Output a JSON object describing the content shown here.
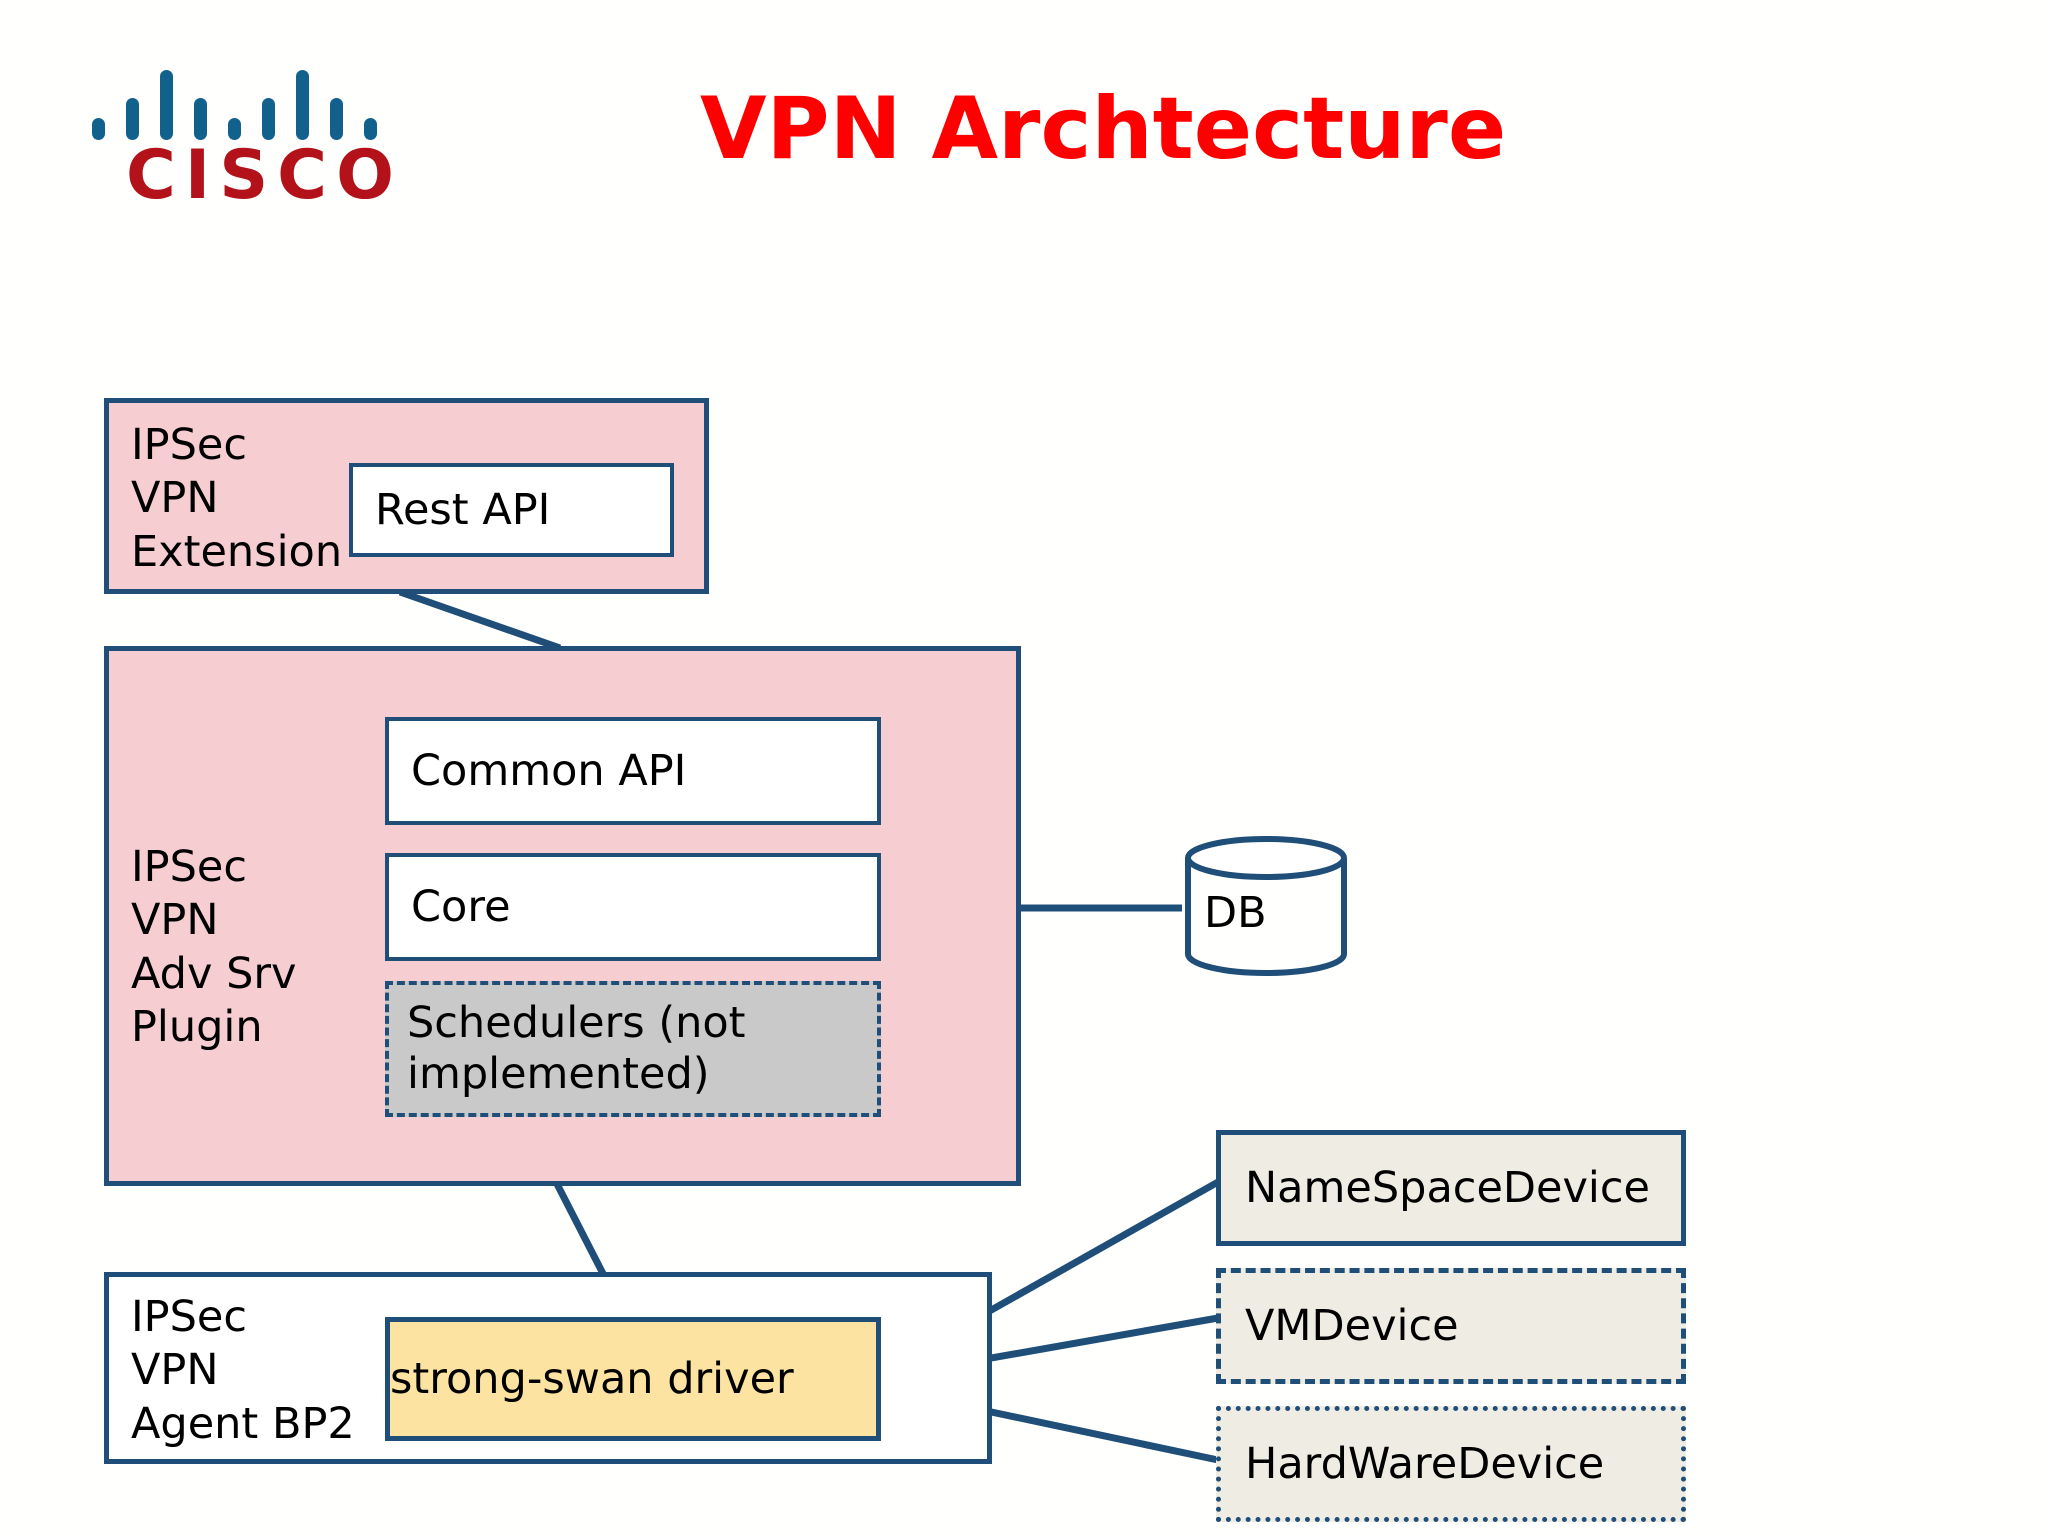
{
  "slide": {
    "title": "VPN Archtecture",
    "title_color": "#FF0000",
    "background": "#FFFFFF"
  },
  "logo": {
    "name": "cisco-logo",
    "wordmark": "CISCO",
    "wordmark_color": "#B4121B",
    "bars_color": "#12618C",
    "bar_heights": [
      22,
      42,
      70,
      42,
      22,
      42,
      70,
      42,
      22
    ]
  },
  "colors": {
    "panel_pink": "#F6CED2",
    "border_blue": "#1F4E79",
    "inner_white": "#FFFFFF",
    "scheduler_gray": "#C9C9C9",
    "driver_yellow": "#FCE3A2",
    "device_beige": "#EFECE4"
  },
  "blocks": {
    "extension": {
      "stack_label": "IPSec\nVPN\nExtension",
      "inner": {
        "label": "Rest API"
      }
    },
    "plugin": {
      "stack_label": "IPSec\nVPN\nAdv Srv\nPlugin",
      "inner": [
        {
          "label": "Common API",
          "style": "solid-white"
        },
        {
          "label": "Core",
          "style": "solid-white"
        },
        {
          "label": "Schedulers (not\nimplemented)",
          "style": "dashed-gray"
        }
      ]
    },
    "agent": {
      "stack_label": "IPSec\nVPN\nAgent BP2",
      "inner": {
        "label": "strong-swan driver"
      }
    },
    "db": {
      "label": "DB"
    },
    "devices": [
      {
        "label": "NameSpaceDevice",
        "border": "solid"
      },
      {
        "label": "VMDevice",
        "border": "dashed"
      },
      {
        "label": "HardWareDevice",
        "border": "dotted"
      }
    ]
  }
}
